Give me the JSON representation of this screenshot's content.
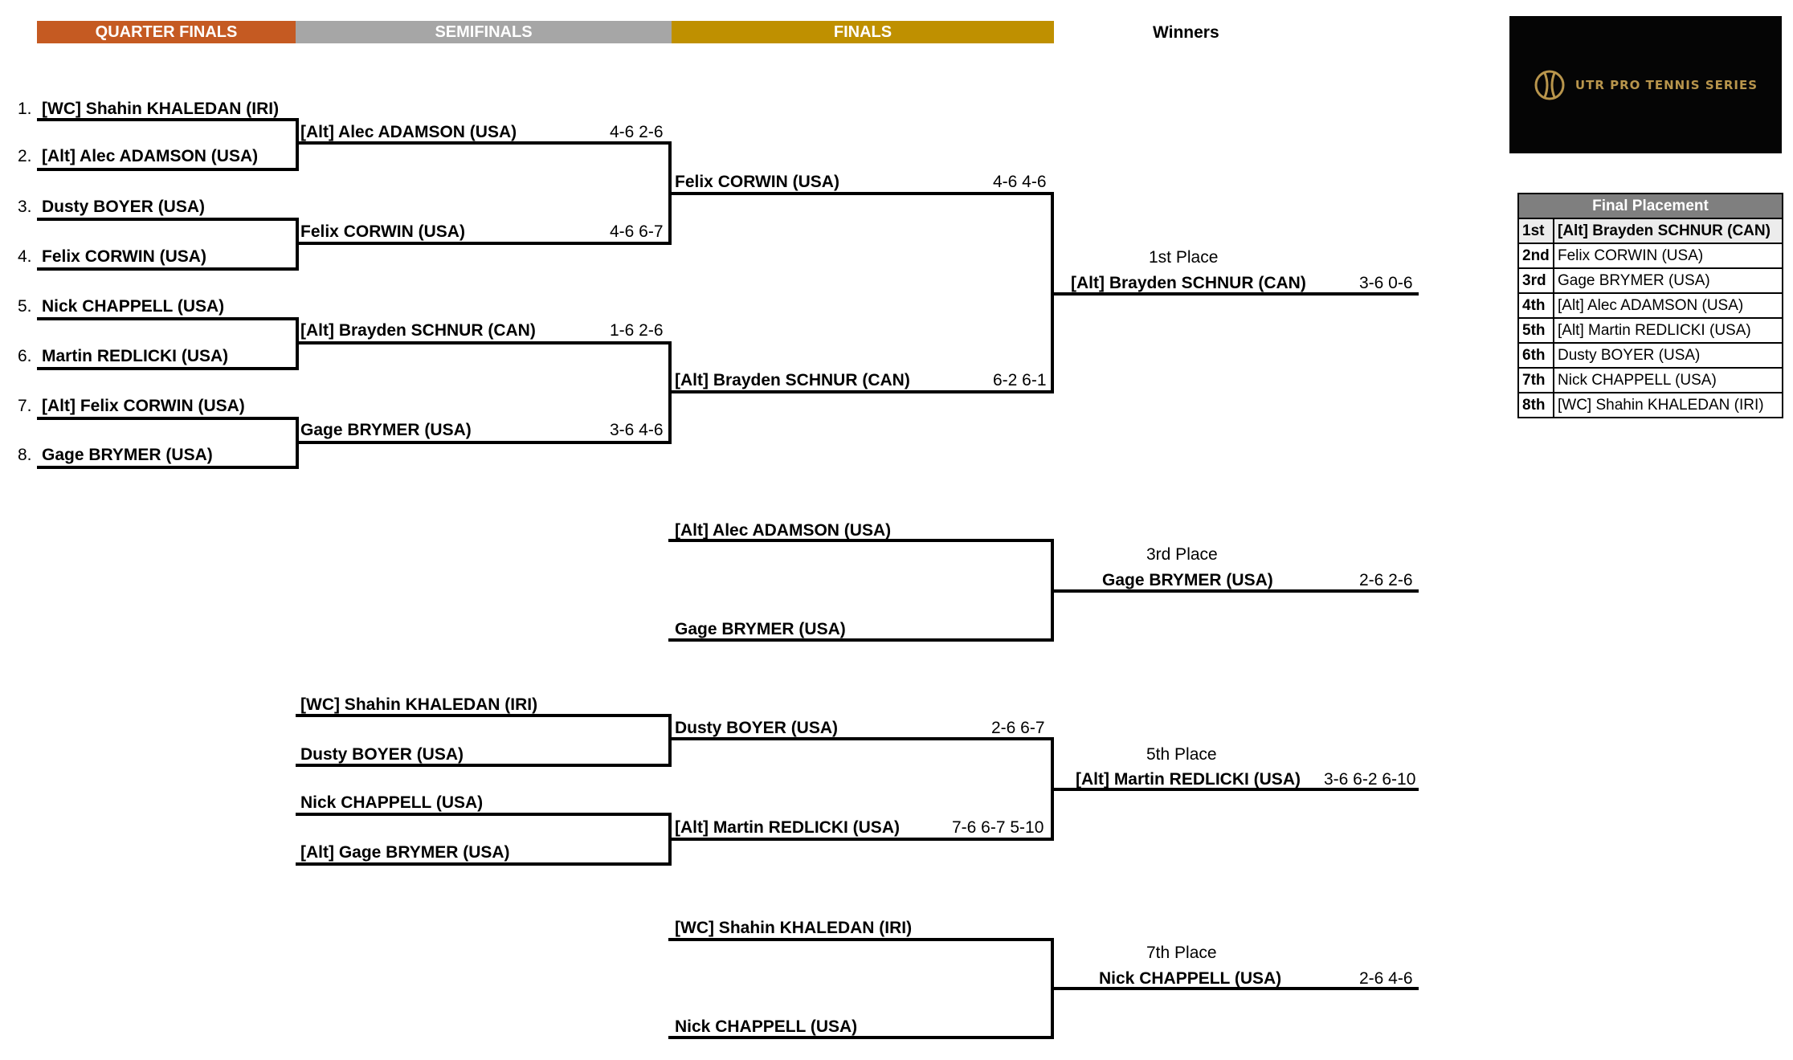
{
  "headers": {
    "quarter_finals": "QUARTER FINALS",
    "semifinals": "SEMIFINALS",
    "finals": "FINALS",
    "winners": "Winners"
  },
  "colors": {
    "quarter_finals": "#c55a22",
    "semifinals": "#a6a6a6",
    "finals": "#bf9000"
  },
  "logo": {
    "icon": "tennis-ball-icon",
    "text": "UTR PRO TENNIS SERIES"
  },
  "quarterfinals": [
    {
      "seed": "1.",
      "name": "[WC] Shahin KHALEDAN (IRI)"
    },
    {
      "seed": "2.",
      "name": "[Alt] Alec ADAMSON (USA)"
    },
    {
      "seed": "3.",
      "name": "Dusty BOYER (USA)"
    },
    {
      "seed": "4.",
      "name": "Felix CORWIN (USA)"
    },
    {
      "seed": "5.",
      "name": "Nick CHAPPELL (USA)"
    },
    {
      "seed": "6.",
      "name": "Martin REDLICKI (USA)"
    },
    {
      "seed": "7.",
      "name": "[Alt] Felix CORWIN (USA)"
    },
    {
      "seed": "8.",
      "name": "Gage BRYMER (USA)"
    }
  ],
  "semifinals": [
    {
      "name": "[Alt] Alec ADAMSON (USA)",
      "score": "4-6 2-6"
    },
    {
      "name": "Felix CORWIN (USA)",
      "score": "4-6 6-7"
    },
    {
      "name": "[Alt] Brayden SCHNUR (CAN)",
      "score": "1-6 2-6"
    },
    {
      "name": "Gage BRYMER (USA)",
      "score": "3-6 4-6"
    }
  ],
  "finals": [
    {
      "name": "Felix CORWIN (USA)",
      "score": "4-6 4-6"
    },
    {
      "name": "[Alt] Brayden SCHNUR (CAN)",
      "score": "6-2 6-1"
    }
  ],
  "first_place": {
    "label": "1st Place",
    "name": "[Alt] Brayden SCHNUR (CAN)",
    "score": "3-6 0-6"
  },
  "third_place_match": {
    "players": [
      "[Alt] Alec ADAMSON (USA)",
      "Gage BRYMER (USA)"
    ],
    "label": "3rd Place",
    "name": "Gage BRYMER (USA)",
    "score": "2-6 2-6"
  },
  "consolation": {
    "round1": [
      "[WC] Shahin KHALEDAN (IRI)",
      "Dusty BOYER (USA)",
      "Nick CHAPPELL (USA)",
      "[Alt] Gage BRYMER (USA)"
    ],
    "round2": [
      {
        "name": "Dusty BOYER (USA)",
        "score": "2-6 6-7"
      },
      {
        "name": "[Alt] Martin REDLICKI (USA)",
        "score": "7-6 6-7 5-10"
      }
    ]
  },
  "fifth_place": {
    "label": "5th Place",
    "name": "[Alt] Martin REDLICKI (USA)",
    "score": "3-6 6-2 6-10"
  },
  "seventh_place_match": {
    "players": [
      "[WC] Shahin KHALEDAN (IRI)",
      "Nick CHAPPELL (USA)"
    ],
    "label": "7th Place",
    "name": "Nick CHAPPELL (USA)",
    "score": "2-6 4-6"
  },
  "final_placement": {
    "title": "Final Placement",
    "rows": [
      {
        "rank": "1st",
        "name": "[Alt] Brayden SCHNUR (CAN)"
      },
      {
        "rank": "2nd",
        "name": "Felix CORWIN (USA)"
      },
      {
        "rank": "3rd",
        "name": "Gage BRYMER (USA)"
      },
      {
        "rank": "4th",
        "name": "[Alt] Alec ADAMSON (USA)"
      },
      {
        "rank": "5th",
        "name": "[Alt] Martin REDLICKI (USA)"
      },
      {
        "rank": "6th",
        "name": "Dusty BOYER (USA)"
      },
      {
        "rank": "7th",
        "name": "Nick CHAPPELL (USA)"
      },
      {
        "rank": "8th",
        "name": "[WC] Shahin KHALEDAN (IRI)"
      }
    ]
  }
}
